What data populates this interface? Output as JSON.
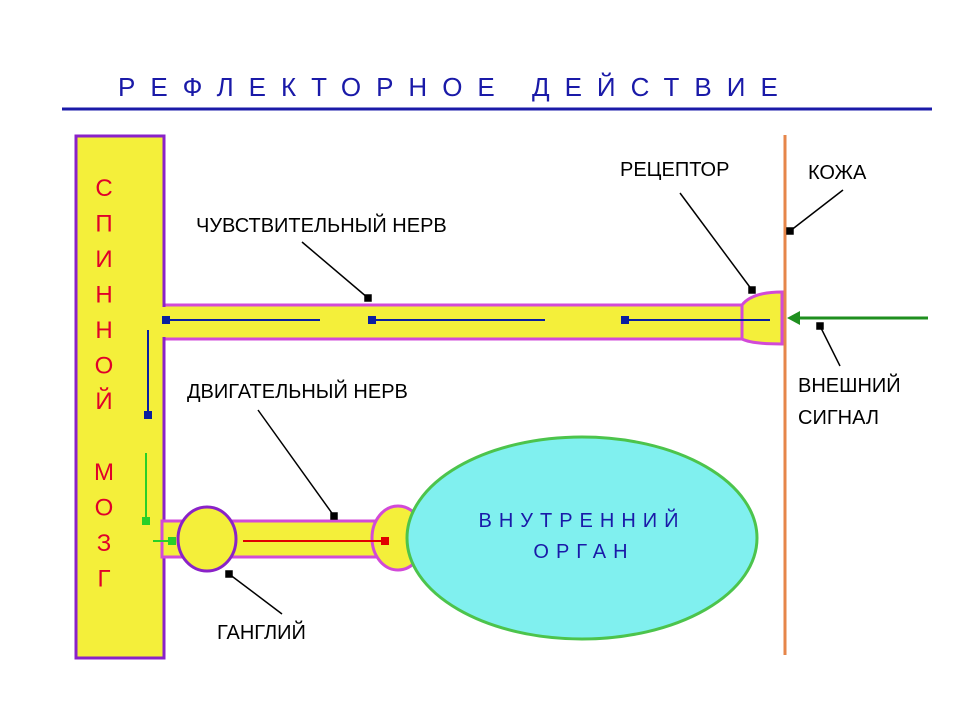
{
  "title": "РЕФЛЕКТОРНОЕ ДЕЙСТВИЕ",
  "spinal_cord_letters": [
    "С",
    "П",
    "И",
    "Н",
    "Н",
    "О",
    "Й",
    "",
    "М",
    "О",
    "З",
    "Г"
  ],
  "labels": {
    "sensory_nerve": "ЧУВСТВИТЕЛЬНЫЙ НЕРВ",
    "receptor": "РЕЦЕПТОР",
    "skin": "КОЖА",
    "external_signal_line1": "ВНЕШНИЙ",
    "external_signal_line2": "СИГНАЛ",
    "motor_nerve": "ДВИГАТЕЛЬНЫЙ НЕРВ",
    "ganglion": "ГАНГЛИЙ",
    "internal_organ_line1": "ВНУТРЕННИЙ",
    "internal_organ_line2": "ОРГАН"
  },
  "colors": {
    "title": "#1a1aa8",
    "spinal_label": "#e0002a",
    "nerve_fill": "#f4ef3a",
    "nerve_border": "#d24ad8",
    "spine_border": "#8a22c8",
    "organ_fill": "#80f0ef",
    "organ_border": "#4cc44c",
    "organ_text": "#1a1aa8",
    "skin_line": "#e6864a",
    "signal_arrow": "#1f8f1f",
    "sensory_signal": "#0a1ea0",
    "motor_signal": "#e00000",
    "inter_signal": "#28d028"
  }
}
